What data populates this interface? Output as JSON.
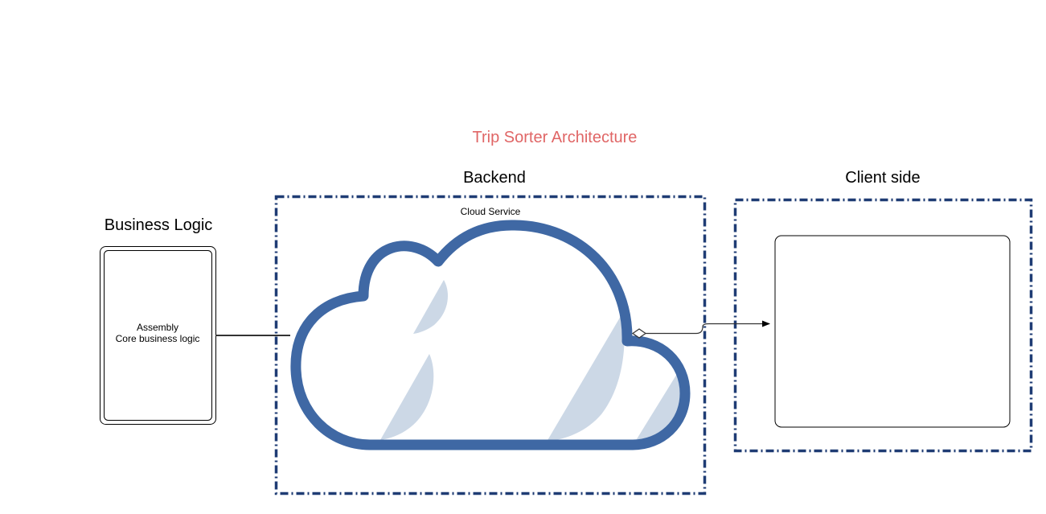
{
  "diagram": {
    "title": "Trip Sorter Architecture",
    "groups": {
      "business_logic": {
        "label": "Business Logic",
        "box_lines": [
          "Assembly",
          "Core business logic"
        ]
      },
      "backend": {
        "label": "Backend",
        "cloud_label": "Cloud Service"
      },
      "client": {
        "label": "Client side"
      }
    },
    "colors": {
      "title": "#e06666",
      "container_border": "#1f3c74",
      "cloud_stroke": "#3f68a4",
      "cloud_shade": "#ccd8e6",
      "connector": "#333333",
      "box_border": "#000000"
    },
    "edges": [
      {
        "from": "business_logic",
        "to": "backend",
        "style": "line"
      },
      {
        "from": "backend",
        "to": "client",
        "style": "arrow",
        "start": "diamond"
      }
    ]
  }
}
